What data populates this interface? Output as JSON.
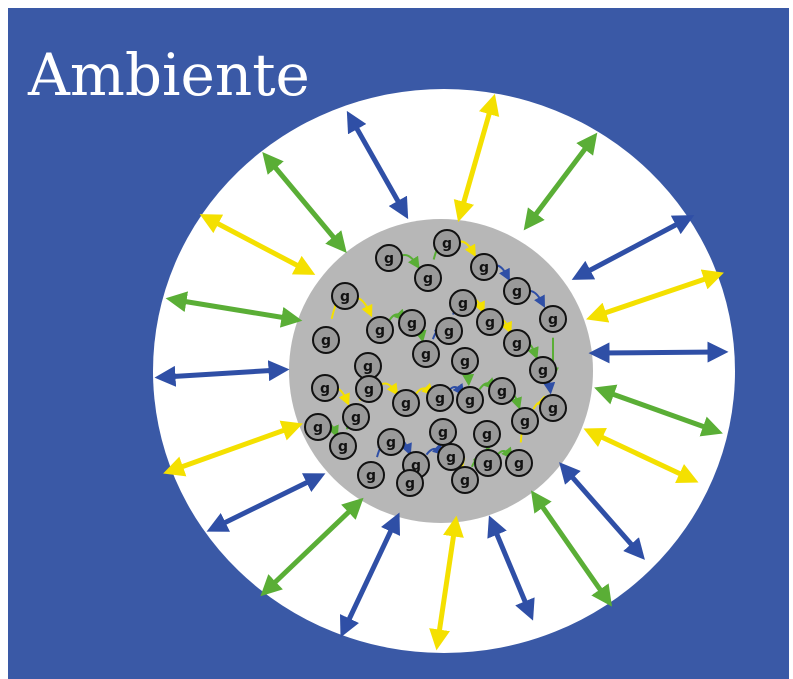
{
  "title": "Ambiente",
  "colors": {
    "background": "#3a59a6",
    "environment_ring": "#ffffff",
    "system_core": "#b7b7b7",
    "particle_fill": "#9a9a9a",
    "particle_outline": "#111111",
    "arrow_yellow": "#f4e000",
    "arrow_green": "#5aae36",
    "arrow_blue": "#2f4fa6"
  },
  "particles": {
    "symbol": "g"
  },
  "exchange_arrows": {
    "description_colors": [
      "yellow",
      "green",
      "blue"
    ]
  }
}
